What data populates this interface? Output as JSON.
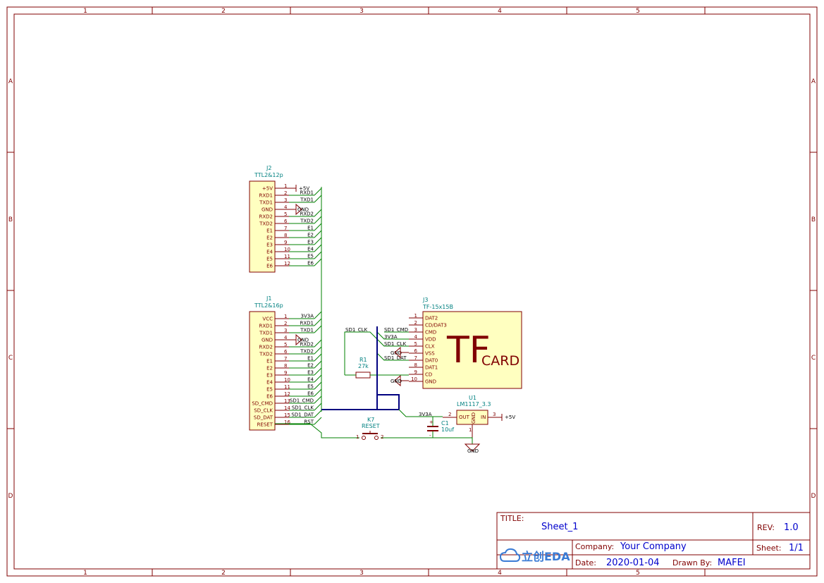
{
  "frame": {
    "columns": [
      "1",
      "2",
      "3",
      "4",
      "5"
    ],
    "rows": [
      "A",
      "B",
      "C",
      "D"
    ]
  },
  "title_block": {
    "title_label": "TITLE:",
    "title_value": "Sheet_1",
    "rev_label": "REV:",
    "rev_value": "1.0",
    "company_label": "Company:",
    "company_value": "Your Company",
    "sheet_label": "Sheet:",
    "sheet_value": "1/1",
    "date_label": "Date:",
    "date_value": "2020-01-04",
    "drawn_label": "Drawn By:",
    "drawn_value": "MAFEI",
    "logo_text": "立创EDA"
  },
  "components": {
    "j2": {
      "designator": "J2",
      "value": "TTL2&12p",
      "pin_names": [
        "+5V",
        "RXD1",
        "TXD1",
        "GND",
        "RXD2",
        "TXD2",
        "E1",
        "E2",
        "E3",
        "E4",
        "E5",
        "E6"
      ],
      "pin_numbers": [
        "1",
        "2",
        "3",
        "4",
        "5",
        "6",
        "7",
        "8",
        "9",
        "10",
        "11",
        "12"
      ],
      "net_labels": [
        "+5V",
        "RXD1",
        "TXD1",
        "GND",
        "RXD2",
        "TXD2",
        "E1",
        "E2",
        "E3",
        "E4",
        "E5",
        "E6"
      ]
    },
    "j1": {
      "designator": "J1",
      "value": "TTL2&16p",
      "pin_names": [
        "VCC",
        "RXD1",
        "TXD1",
        "GND",
        "RXD2",
        "TXD2",
        "E1",
        "E2",
        "E3",
        "E4",
        "E5",
        "E6",
        "SD_CMD",
        "SD_CLK",
        "SD_DAT",
        "RESET"
      ],
      "pin_numbers": [
        "1",
        "2",
        "3",
        "4",
        "5",
        "6",
        "7",
        "8",
        "9",
        "10",
        "11",
        "12",
        "13",
        "14",
        "15",
        "16"
      ],
      "net_labels": [
        "3V3A",
        "RXD1",
        "TXD1",
        "GND",
        "RXD2",
        "TXD2",
        "E1",
        "E2",
        "E3",
        "E4",
        "E5",
        "E6",
        "SD1_CMD",
        "SD1_CLK",
        "SD1_DAT",
        "RST"
      ]
    },
    "j3": {
      "designator": "J3",
      "value": "TF-15x15B",
      "pin_names": [
        "DAT2",
        "CD/DAT3",
        "CMD",
        "VDD",
        "CLX",
        "VSS",
        "DAT0",
        "DAT1",
        "CD",
        "GND"
      ],
      "pin_numbers": [
        "1",
        "2",
        "3",
        "4",
        "5",
        "6",
        "7",
        "8",
        "9",
        "10"
      ],
      "net_labels": [
        "SD1_CMD",
        "3V3A",
        "SD1_CLK",
        "GND",
        "SD1_DAT"
      ],
      "big_text": "TF",
      "small_text": "CARD"
    },
    "r1": {
      "designator": "R1",
      "value": "27k",
      "net": "SD1_CLK"
    },
    "c1": {
      "designator": "C1",
      "value": "10uf",
      "pin_plus": "+",
      "pin_minus": "-"
    },
    "u1": {
      "designator": "U1",
      "value": "LM1117_3.3",
      "pin_out": "OUT",
      "pin_in": "IN",
      "pin_gnd": "GND",
      "pin_numbers": [
        "1",
        "2",
        "3"
      ],
      "net_out": "3V3A",
      "net_in": "+5V"
    },
    "k7": {
      "designator": "K7",
      "value": "RESET",
      "pin_numbers": [
        "1",
        "2"
      ]
    },
    "gnd_label": "GND"
  }
}
